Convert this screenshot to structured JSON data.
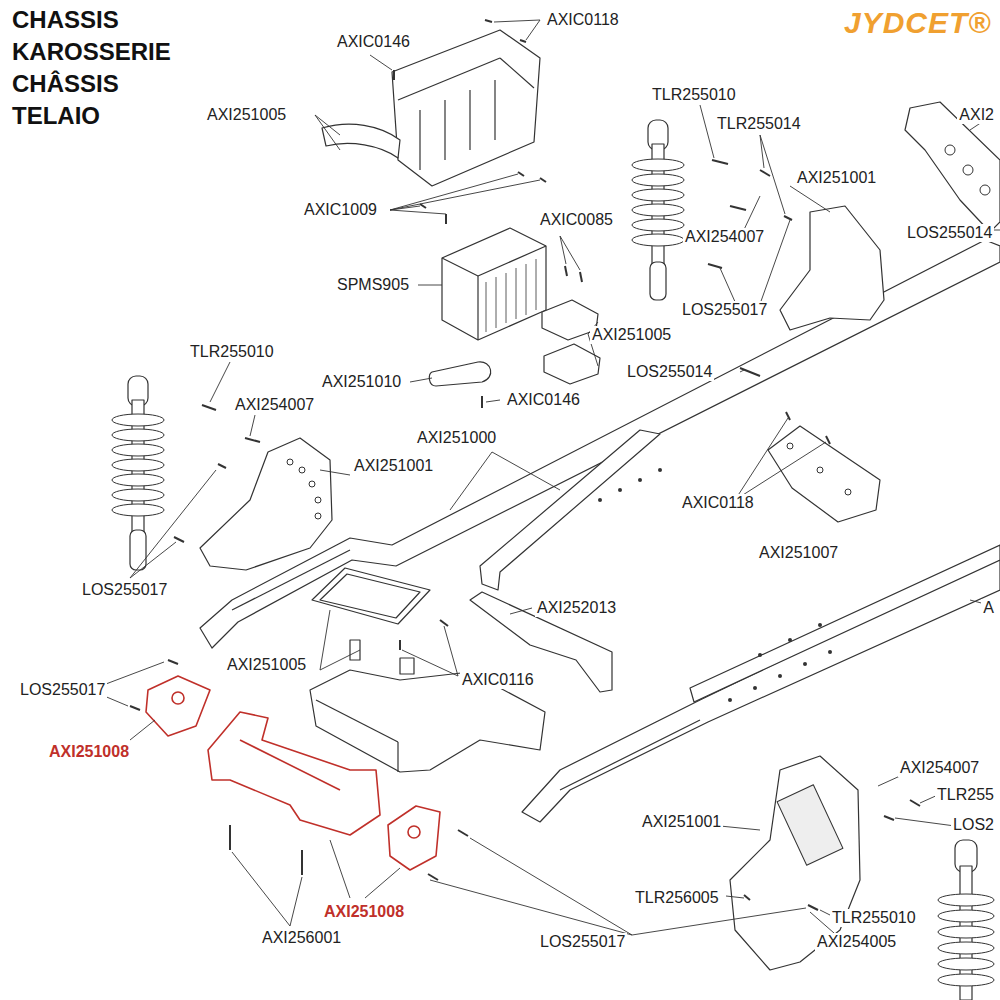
{
  "diagram": {
    "title": "CHASSIS KAROSSERIE CHÂSSIS TELAIO",
    "labels": [
      "JYDCET®",
      "AXIC0118",
      "AXIC0146",
      "AXI251005",
      "AXIC1009",
      "AXIC0085",
      "SPMS905",
      "AXI251005",
      "AXI251010",
      "AXIC0146",
      "TLR255010",
      "TLR255014",
      "AXI251001",
      "AXI254007",
      "LOS255017",
      "LOS255014",
      "AXI2",
      "LOS255014",
      "TLR255010",
      "AXI254007",
      "AXI251000",
      "AXI251001",
      "AXIC0118",
      "AXI251007",
      "LOS255017",
      "AXI252013",
      "A",
      "AXI251005",
      "AXIC0116",
      "LOS255017",
      "AXI251008",
      "AXI254007",
      "TLR255",
      "AXI251001",
      "LOS2",
      "AXI251008",
      "TLR256005",
      "TLR255010",
      "AXI256001",
      "LOS255017",
      "AXI254005"
    ]
  }
}
